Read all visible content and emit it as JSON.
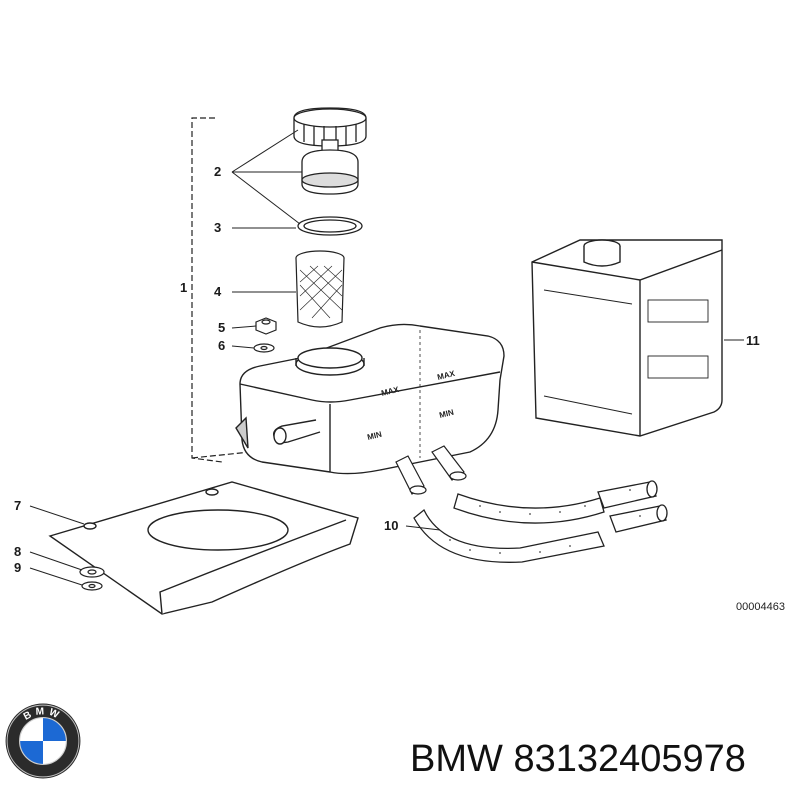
{
  "diagram": {
    "callouts": [
      "1",
      "2",
      "3",
      "4",
      "5",
      "6",
      "7",
      "8",
      "9",
      "10",
      "11"
    ],
    "tank_labels": {
      "max": "MAX",
      "min": "MIN"
    },
    "reference_code": "00004463"
  },
  "footer": {
    "brand": "BMW",
    "part_number": "83132405978",
    "logo_letters": "BMW"
  },
  "colors": {
    "ink": "#1a1a1a",
    "background": "#ffffff",
    "logo_blue": "#1c69d4"
  }
}
